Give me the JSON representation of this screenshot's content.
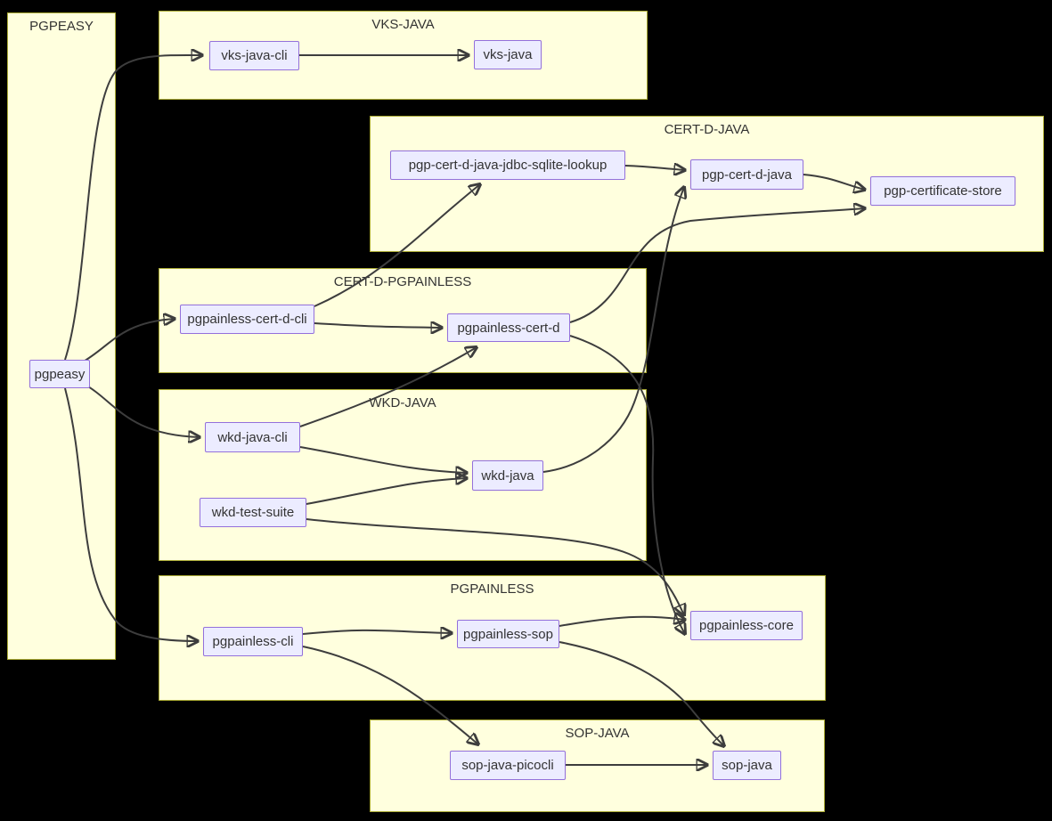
{
  "diagram": {
    "type": "dependency-flowchart",
    "clusters": [
      {
        "id": "pgpeasy-group",
        "title": "PGPEASY"
      },
      {
        "id": "vks-java-group",
        "title": "VKS-JAVA"
      },
      {
        "id": "cert-d-java-group",
        "title": "CERT-D-JAVA"
      },
      {
        "id": "cert-d-pgpainless-group",
        "title": "CERT-D-PGPAINLESS"
      },
      {
        "id": "wkd-java-group",
        "title": "WKD-JAVA"
      },
      {
        "id": "pgpainless-group",
        "title": "PGPAINLESS"
      },
      {
        "id": "sop-java-group",
        "title": "SOP-JAVA"
      }
    ],
    "nodes": [
      {
        "id": "pgpeasy",
        "label": "pgpeasy"
      },
      {
        "id": "vks-java-cli",
        "label": "vks-java-cli"
      },
      {
        "id": "vks-java",
        "label": "vks-java"
      },
      {
        "id": "pgp-cert-d-java-jdbc-sqlite-lookup",
        "label": "pgp-cert-d-java-jdbc-sqlite-lookup"
      },
      {
        "id": "pgp-cert-d-java",
        "label": "pgp-cert-d-java"
      },
      {
        "id": "pgp-certificate-store",
        "label": "pgp-certificate-store"
      },
      {
        "id": "pgpainless-cert-d-cli",
        "label": "pgpainless-cert-d-cli"
      },
      {
        "id": "pgpainless-cert-d",
        "label": "pgpainless-cert-d"
      },
      {
        "id": "wkd-java-cli",
        "label": "wkd-java-cli"
      },
      {
        "id": "wkd-java",
        "label": "wkd-java"
      },
      {
        "id": "wkd-test-suite",
        "label": "wkd-test-suite"
      },
      {
        "id": "pgpainless-cli",
        "label": "pgpainless-cli"
      },
      {
        "id": "pgpainless-sop",
        "label": "pgpainless-sop"
      },
      {
        "id": "pgpainless-core",
        "label": "pgpainless-core"
      },
      {
        "id": "sop-java-picocli",
        "label": "sop-java-picocli"
      },
      {
        "id": "sop-java",
        "label": "sop-java"
      }
    ],
    "edges": [
      {
        "from": "pgpeasy",
        "to": "vks-java-cli"
      },
      {
        "from": "pgpeasy",
        "to": "pgpainless-cert-d-cli"
      },
      {
        "from": "pgpeasy",
        "to": "wkd-java-cli"
      },
      {
        "from": "pgpeasy",
        "to": "pgpainless-cli"
      },
      {
        "from": "vks-java-cli",
        "to": "vks-java"
      },
      {
        "from": "pgpainless-cert-d-cli",
        "to": "pgp-cert-d-java-jdbc-sqlite-lookup"
      },
      {
        "from": "pgpainless-cert-d-cli",
        "to": "pgpainless-cert-d"
      },
      {
        "from": "pgp-cert-d-java-jdbc-sqlite-lookup",
        "to": "pgp-cert-d-java"
      },
      {
        "from": "pgp-cert-d-java",
        "to": "pgp-certificate-store"
      },
      {
        "from": "pgpainless-cert-d",
        "to": "pgp-certificate-store"
      },
      {
        "from": "pgpainless-cert-d",
        "to": "pgpainless-core"
      },
      {
        "from": "wkd-java-cli",
        "to": "pgpainless-cert-d"
      },
      {
        "from": "wkd-java-cli",
        "to": "wkd-java"
      },
      {
        "from": "wkd-test-suite",
        "to": "wkd-java"
      },
      {
        "from": "wkd-test-suite",
        "to": "pgpainless-core"
      },
      {
        "from": "wkd-java",
        "to": "pgp-cert-d-java"
      },
      {
        "from": "pgpainless-cli",
        "to": "pgpainless-sop"
      },
      {
        "from": "pgpainless-cli",
        "to": "sop-java-picocli"
      },
      {
        "from": "pgpainless-sop",
        "to": "pgpainless-core"
      },
      {
        "from": "pgpainless-sop",
        "to": "sop-java"
      },
      {
        "from": "sop-java-picocli",
        "to": "sop-java"
      }
    ],
    "colors": {
      "background": "#000000",
      "cluster_fill": "#ffffde",
      "cluster_border": "#aaaa33",
      "node_fill": "#ececff",
      "node_border": "#9370db",
      "edge": "#3d3d3d",
      "text": "#333333"
    }
  }
}
